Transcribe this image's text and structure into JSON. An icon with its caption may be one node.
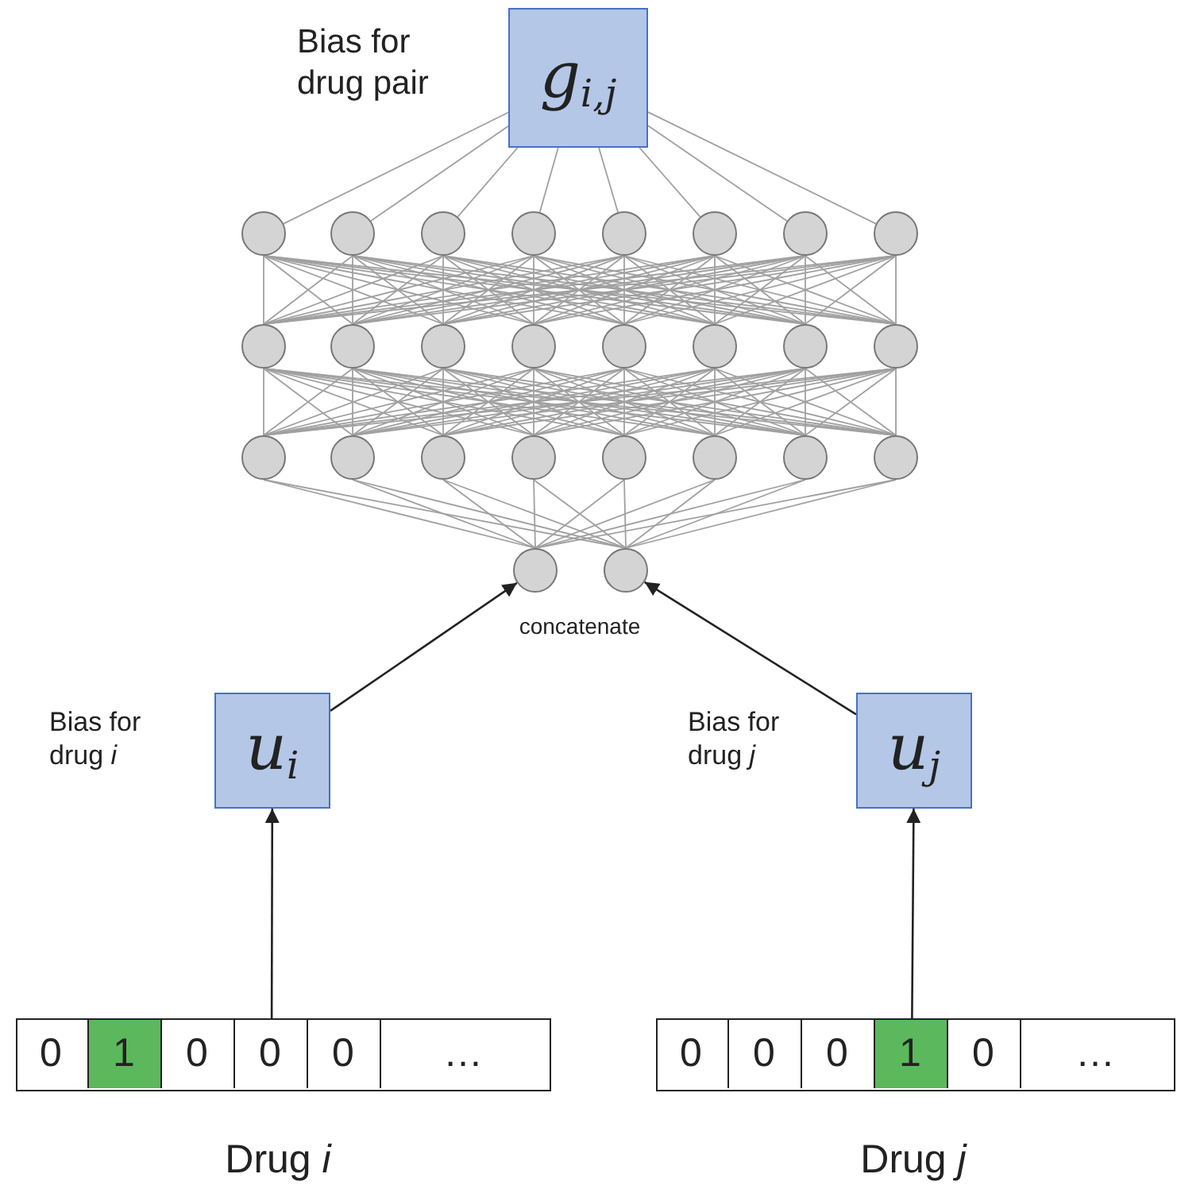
{
  "diagram": {
    "nodes": [
      {
        "text": [
          "g$_{i,j}$"
        ],
        "beside": [
          "Bias for drug pair"
        ]
      },
      {
        "text": [],
        "shape": "circle"
      },
      {
        "text": [],
        "shape": "circle"
      },
      {
        "text": [],
        "shape": "circle"
      },
      {
        "text": [],
        "shape": "circle"
      },
      {
        "text": [],
        "shape": "circle"
      },
      {
        "text": [],
        "shape": "circle"
      },
      {
        "text": [],
        "shape": "circle"
      },
      {
        "text": [],
        "shape": "circle"
      },
      {
        "text": [],
        "shape": "circle"
      },
      {
        "text": [],
        "shape": "circle"
      },
      {
        "text": [],
        "shape": "circle"
      },
      {
        "text": [],
        "shape": "circle"
      },
      {
        "text": [],
        "shape": "circle"
      },
      {
        "text": [],
        "shape": "circle"
      },
      {
        "text": [],
        "shape": "circle"
      },
      {
        "text": [],
        "shape": "circle"
      },
      {
        "text": [],
        "shape": "circle"
      },
      {
        "text": [],
        "shape": "circle"
      },
      {
        "text": [],
        "shape": "circle"
      },
      {
        "text": [],
        "shape": "circle"
      },
      {
        "text": [],
        "shape": "circle"
      },
      {
        "text": [],
        "shape": "circle"
      },
      {
        "text": [],
        "shape": "circle"
      },
      {
        "text": [],
        "shape": "circle"
      },
      {
        "text": [],
        "shape": "circle"
      },
      {
        "text": [],
        "shape": "circle"
      },
      {
        "text": [
          "u$_{i}$"
        ],
        "beside": [
          "Bias for drug *i*"
        ]
      },
      {
        "text": [
          "u$_{j}$"
        ],
        "beside": [
          "Bias for drug *j*"
        ]
      },
      {
        "text": [],
        "shape": "box",
        "beside": [
          "Drug *i*"
        ]
      },
      {
        "text": [
          "0"
        ],
        "in": 29
      },
      {
        "text": [
          "1"
        ],
        "in": 29
      },
      {
        "text": [
          "0"
        ],
        "in": 29
      },
      {
        "text": [
          "0"
        ],
        "in": 29
      },
      {
        "text": [
          "0"
        ],
        "in": 29
      },
      {
        "text": [
          "…"
        ],
        "in": 29
      },
      {
        "text": [],
        "shape": "box",
        "beside": [
          "Drug *j*"
        ]
      },
      {
        "text": [
          "0"
        ],
        "in": 36
      },
      {
        "text": [
          "0"
        ],
        "in": 36
      },
      {
        "text": [
          "0"
        ],
        "in": 36
      },
      {
        "text": [
          "1"
        ],
        "in": 36
      },
      {
        "text": [
          "0"
        ],
        "in": 36
      },
      {
        "text": [
          "…"
        ],
        "in": 36
      }
    ],
    "edges": [
      {
        "from": 0,
        "to": 1,
        "arrow": "none"
      },
      {
        "from": 0,
        "to": 2,
        "arrow": "none"
      },
      {
        "from": 0,
        "to": 3,
        "arrow": "none"
      },
      {
        "from": 0,
        "to": 4,
        "arrow": "none"
      },
      {
        "from": 0,
        "to": 5,
        "arrow": "none"
      },
      {
        "from": 0,
        "to": 6,
        "arrow": "none"
      },
      {
        "from": 0,
        "to": 7,
        "arrow": "none"
      },
      {
        "from": 0,
        "to": 8,
        "arrow": "none"
      },
      {
        "from": 1,
        "to": 9,
        "arrow": "none"
      },
      {
        "from": 1,
        "to": 10,
        "arrow": "none"
      },
      {
        "from": 1,
        "to": 11,
        "arrow": "none"
      },
      {
        "from": 1,
        "to": 12,
        "arrow": "none"
      },
      {
        "from": 1,
        "to": 13,
        "arrow": "none"
      },
      {
        "from": 1,
        "to": 14,
        "arrow": "none"
      },
      {
        "from": 1,
        "to": 15,
        "arrow": "none"
      },
      {
        "from": 1,
        "to": 16,
        "arrow": "none"
      },
      {
        "from": 2,
        "to": 9,
        "arrow": "none"
      },
      {
        "from": 2,
        "to": 10,
        "arrow": "none"
      },
      {
        "from": 2,
        "to": 11,
        "arrow": "none"
      },
      {
        "from": 2,
        "to": 12,
        "arrow": "none"
      },
      {
        "from": 2,
        "to": 13,
        "arrow": "none"
      },
      {
        "from": 2,
        "to": 14,
        "arrow": "none"
      },
      {
        "from": 2,
        "to": 15,
        "arrow": "none"
      },
      {
        "from": 2,
        "to": 16,
        "arrow": "none"
      },
      {
        "from": 3,
        "to": 9,
        "arrow": "none"
      },
      {
        "from": 3,
        "to": 10,
        "arrow": "none"
      },
      {
        "from": 3,
        "to": 11,
        "arrow": "none"
      },
      {
        "from": 3,
        "to": 12,
        "arrow": "none"
      },
      {
        "from": 3,
        "to": 13,
        "arrow": "none"
      },
      {
        "from": 3,
        "to": 14,
        "arrow": "none"
      },
      {
        "from": 3,
        "to": 15,
        "arrow": "none"
      },
      {
        "from": 3,
        "to": 16,
        "arrow": "none"
      },
      {
        "from": 4,
        "to": 9,
        "arrow": "none"
      },
      {
        "from": 4,
        "to": 10,
        "arrow": "none"
      },
      {
        "from": 4,
        "to": 11,
        "arrow": "none"
      },
      {
        "from": 4,
        "to": 12,
        "arrow": "none"
      },
      {
        "from": 4,
        "to": 13,
        "arrow": "none"
      },
      {
        "from": 4,
        "to": 14,
        "arrow": "none"
      },
      {
        "from": 4,
        "to": 15,
        "arrow": "none"
      },
      {
        "from": 4,
        "to": 16,
        "arrow": "none"
      },
      {
        "from": 5,
        "to": 9,
        "arrow": "none"
      },
      {
        "from": 5,
        "to": 10,
        "arrow": "none"
      },
      {
        "from": 5,
        "to": 11,
        "arrow": "none"
      },
      {
        "from": 5,
        "to": 12,
        "arrow": "none"
      },
      {
        "from": 5,
        "to": 13,
        "arrow": "none"
      },
      {
        "from": 5,
        "to": 14,
        "arrow": "none"
      },
      {
        "from": 5,
        "to": 15,
        "arrow": "none"
      },
      {
        "from": 5,
        "to": 16,
        "arrow": "none"
      },
      {
        "from": 6,
        "to": 9,
        "arrow": "none"
      },
      {
        "from": 6,
        "to": 10,
        "arrow": "none"
      },
      {
        "from": 6,
        "to": 11,
        "arrow": "none"
      },
      {
        "from": 6,
        "to": 12,
        "arrow": "none"
      },
      {
        "from": 6,
        "to": 13,
        "arrow": "none"
      },
      {
        "from": 6,
        "to": 14,
        "arrow": "none"
      },
      {
        "from": 6,
        "to": 15,
        "arrow": "none"
      },
      {
        "from": 6,
        "to": 16,
        "arrow": "none"
      },
      {
        "from": 7,
        "to": 9,
        "arrow": "none"
      },
      {
        "from": 7,
        "to": 10,
        "arrow": "none"
      },
      {
        "from": 7,
        "to": 11,
        "arrow": "none"
      },
      {
        "from": 7,
        "to": 12,
        "arrow": "none"
      },
      {
        "from": 7,
        "to": 13,
        "arrow": "none"
      },
      {
        "from": 7,
        "to": 14,
        "arrow": "none"
      },
      {
        "from": 7,
        "to": 15,
        "arrow": "none"
      },
      {
        "from": 7,
        "to": 16,
        "arrow": "none"
      },
      {
        "from": 8,
        "to": 9,
        "arrow": "none"
      },
      {
        "from": 8,
        "to": 10,
        "arrow": "none"
      },
      {
        "from": 8,
        "to": 11,
        "arrow": "none"
      },
      {
        "from": 8,
        "to": 12,
        "arrow": "none"
      },
      {
        "from": 8,
        "to": 13,
        "arrow": "none"
      },
      {
        "from": 8,
        "to": 14,
        "arrow": "none"
      },
      {
        "from": 8,
        "to": 15,
        "arrow": "none"
      },
      {
        "from": 8,
        "to": 16,
        "arrow": "none"
      },
      {
        "from": 9,
        "to": 17,
        "arrow": "none"
      },
      {
        "from": 9,
        "to": 18,
        "arrow": "none"
      },
      {
        "from": 9,
        "to": 19,
        "arrow": "none"
      },
      {
        "from": 9,
        "to": 20,
        "arrow": "none"
      },
      {
        "from": 9,
        "to": 21,
        "arrow": "none"
      },
      {
        "from": 9,
        "to": 22,
        "arrow": "none"
      },
      {
        "from": 9,
        "to": 23,
        "arrow": "none"
      },
      {
        "from": 9,
        "to": 24,
        "arrow": "none"
      },
      {
        "from": 10,
        "to": 17,
        "arrow": "none"
      },
      {
        "from": 10,
        "to": 18,
        "arrow": "none"
      },
      {
        "from": 10,
        "to": 19,
        "arrow": "none"
      },
      {
        "from": 10,
        "to": 20,
        "arrow": "none"
      },
      {
        "from": 10,
        "to": 21,
        "arrow": "none"
      },
      {
        "from": 10,
        "to": 22,
        "arrow": "none"
      },
      {
        "from": 10,
        "to": 23,
        "arrow": "none"
      },
      {
        "from": 10,
        "to": 24,
        "arrow": "none"
      },
      {
        "from": 11,
        "to": 17,
        "arrow": "none"
      },
      {
        "from": 11,
        "to": 18,
        "arrow": "none"
      },
      {
        "from": 11,
        "to": 19,
        "arrow": "none"
      },
      {
        "from": 11,
        "to": 20,
        "arrow": "none"
      },
      {
        "from": 11,
        "to": 21,
        "arrow": "none"
      },
      {
        "from": 11,
        "to": 22,
        "arrow": "none"
      },
      {
        "from": 11,
        "to": 23,
        "arrow": "none"
      },
      {
        "from": 11,
        "to": 24,
        "arrow": "none"
      },
      {
        "from": 12,
        "to": 17,
        "arrow": "none"
      },
      {
        "from": 12,
        "to": 18,
        "arrow": "none"
      },
      {
        "from": 12,
        "to": 19,
        "arrow": "none"
      },
      {
        "from": 12,
        "to": 20,
        "arrow": "none"
      },
      {
        "from": 12,
        "to": 21,
        "arrow": "none"
      },
      {
        "from": 12,
        "to": 22,
        "arrow": "none"
      },
      {
        "from": 12,
        "to": 23,
        "arrow": "none"
      },
      {
        "from": 12,
        "to": 24,
        "arrow": "none"
      },
      {
        "from": 13,
        "to": 17,
        "arrow": "none"
      },
      {
        "from": 13,
        "to": 18,
        "arrow": "none"
      },
      {
        "from": 13,
        "to": 19,
        "arrow": "none"
      },
      {
        "from": 13,
        "to": 20,
        "arrow": "none"
      },
      {
        "from": 13,
        "to": 21,
        "arrow": "none"
      },
      {
        "from": 13,
        "to": 22,
        "arrow": "none"
      },
      {
        "from": 13,
        "to": 23,
        "arrow": "none"
      },
      {
        "from": 13,
        "to": 24,
        "arrow": "none"
      },
      {
        "from": 14,
        "to": 17,
        "arrow": "none"
      },
      {
        "from": 14,
        "to": 18,
        "arrow": "none"
      },
      {
        "from": 14,
        "to": 19,
        "arrow": "none"
      },
      {
        "from": 14,
        "to": 20,
        "arrow": "none"
      },
      {
        "from": 14,
        "to": 21,
        "arrow": "none"
      },
      {
        "from": 14,
        "to": 22,
        "arrow": "none"
      },
      {
        "from": 14,
        "to": 23,
        "arrow": "none"
      },
      {
        "from": 14,
        "to": 24,
        "arrow": "none"
      },
      {
        "from": 15,
        "to": 17,
        "arrow": "none"
      },
      {
        "from": 15,
        "to": 18,
        "arrow": "none"
      },
      {
        "from": 15,
        "to": 19,
        "arrow": "none"
      },
      {
        "from": 15,
        "to": 20,
        "arrow": "none"
      },
      {
        "from": 15,
        "to": 21,
        "arrow": "none"
      },
      {
        "from": 15,
        "to": 22,
        "arrow": "none"
      },
      {
        "from": 15,
        "to": 23,
        "arrow": "none"
      },
      {
        "from": 15,
        "to": 24,
        "arrow": "none"
      },
      {
        "from": 16,
        "to": 17,
        "arrow": "none"
      },
      {
        "from": 16,
        "to": 18,
        "arrow": "none"
      },
      {
        "from": 16,
        "to": 19,
        "arrow": "none"
      },
      {
        "from": 16,
        "to": 20,
        "arrow": "none"
      },
      {
        "from": 16,
        "to": 21,
        "arrow": "none"
      },
      {
        "from": 16,
        "to": 22,
        "arrow": "none"
      },
      {
        "from": 16,
        "to": 23,
        "arrow": "none"
      },
      {
        "from": 16,
        "to": 24,
        "arrow": "none"
      },
      {
        "from": 17,
        "to": 25,
        "arrow": "none"
      },
      {
        "from": 17,
        "to": 26,
        "arrow": "none"
      },
      {
        "from": 18,
        "to": 25,
        "arrow": "none"
      },
      {
        "from": 18,
        "to": 26,
        "arrow": "none"
      },
      {
        "from": 19,
        "to": 25,
        "arrow": "none"
      },
      {
        "from": 19,
        "to": 26,
        "arrow": "none"
      },
      {
        "from": 20,
        "to": 25,
        "arrow": "none"
      },
      {
        "from": 20,
        "to": 26,
        "arrow": "none"
      },
      {
        "from": 21,
        "to": 25,
        "arrow": "none"
      },
      {
        "from": 21,
        "to": 26,
        "arrow": "none"
      },
      {
        "from": 22,
        "to": 25,
        "arrow": "none"
      },
      {
        "from": 22,
        "to": 26,
        "arrow": "none"
      },
      {
        "from": 23,
        "to": 25,
        "arrow": "none"
      },
      {
        "from": 23,
        "to": 26,
        "arrow": "none"
      },
      {
        "from": 24,
        "to": 25,
        "arrow": "none"
      },
      {
        "from": 24,
        "to": 26,
        "arrow": "none"
      },
      {
        "from": 27,
        "to": 25,
        "arrow": "to",
        "color": "#222222"
      },
      {
        "from": 28,
        "to": 26,
        "arrow": "to",
        "color": "#222222"
      },
      {
        "from": 33,
        "to": 27,
        "arrow": "to",
        "color": "#222222"
      },
      {
        "from": 40,
        "to": 28,
        "arrow": "to",
        "color": "#222222"
      }
    ],
    "labels": [
      "concatenate"
    ]
  }
}
